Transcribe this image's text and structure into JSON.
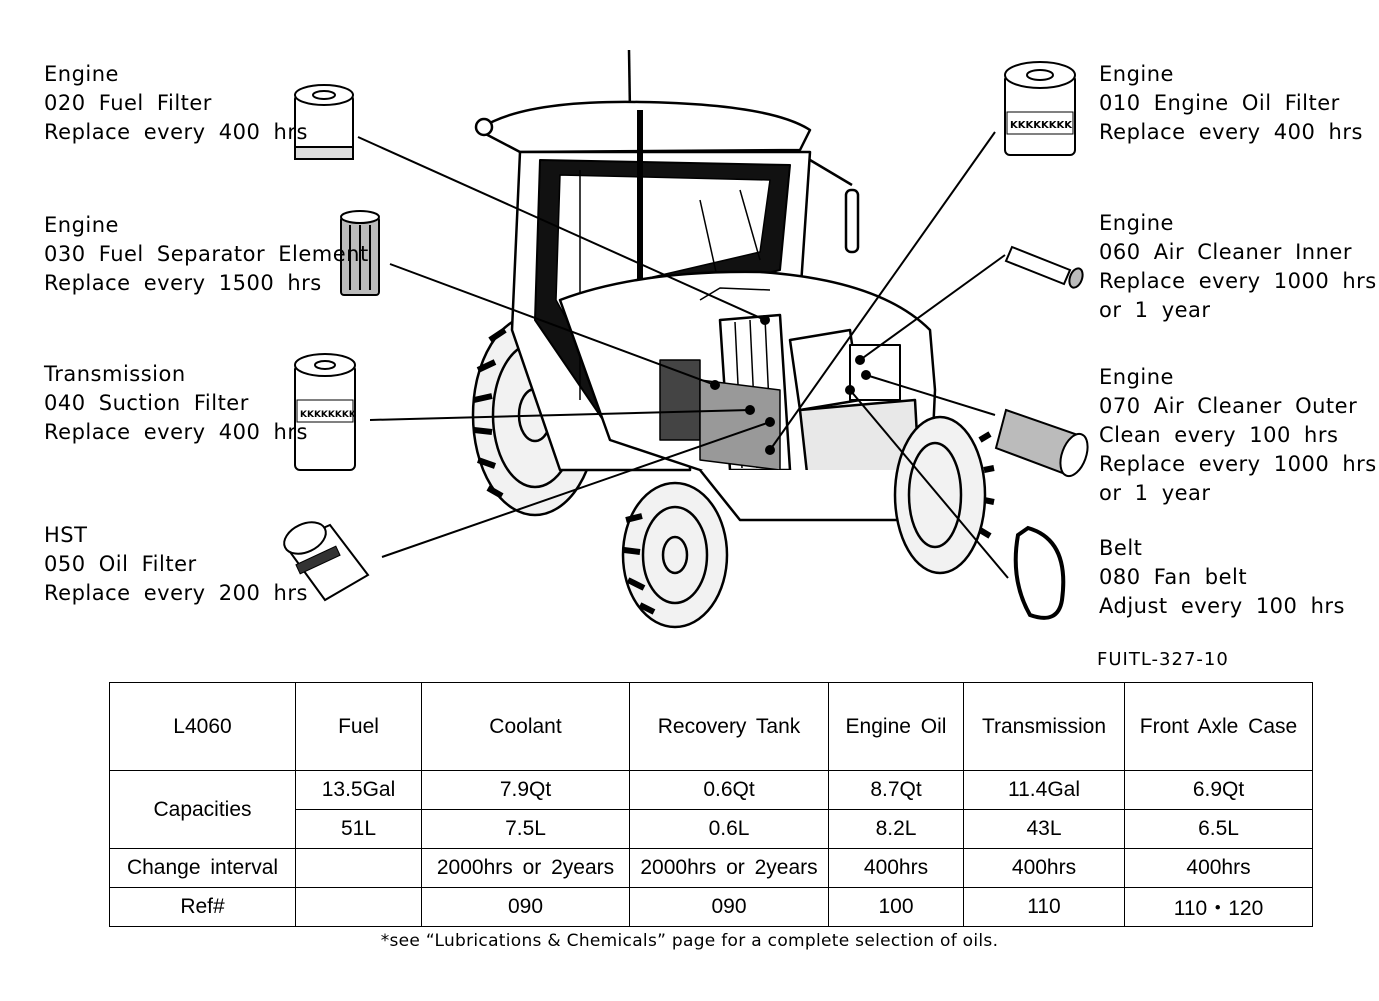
{
  "callouts": {
    "fuel_filter": {
      "system": "Engine",
      "part": "020 Fuel Filter",
      "service": "Replace every 400 hrs"
    },
    "fuel_separator": {
      "system": "Engine",
      "part": "030 Fuel Separator Element",
      "service": "Replace every 1500 hrs"
    },
    "suction_filter": {
      "system": "Transmission",
      "part": "040 Suction Filter",
      "service": "Replace every 400 hrs"
    },
    "hst_oil_filter": {
      "system": "HST",
      "part": "050 Oil Filter",
      "service": "Replace every 200 hrs"
    },
    "engine_oil_filter": {
      "system": "Engine",
      "part": "010 Engine Oil Filter",
      "service": "Replace every 400 hrs"
    },
    "air_cleaner_inner": {
      "system": "Engine",
      "part": "060 Air Cleaner Inner",
      "service": "Replace every 1000 hrs",
      "service2": "or 1 year"
    },
    "air_cleaner_outer": {
      "system": "Engine",
      "part": "070 Air Cleaner Outer",
      "service": "Clean every 100 hrs",
      "service2": "Replace every 1000 hrs",
      "service3": "or 1 year"
    },
    "fan_belt": {
      "system": "Belt",
      "part": "080 Fan belt",
      "service": "Adjust every 100 hrs"
    }
  },
  "filter_brand": "KKKKKKKK",
  "figure_code": "FUITL-327-10",
  "table": {
    "model": "L4060",
    "headers": [
      "Fuel",
      "Coolant",
      "Recovery Tank",
      "Engine Oil",
      "Transmission",
      "Front Axle Case"
    ],
    "capacities_label": "Capacities",
    "capacities_us": [
      "13.5Gal",
      "7.9Qt",
      "0.6Qt",
      "8.7Qt",
      "11.4Gal",
      "6.9Qt"
    ],
    "capacities_metric": [
      "51L",
      "7.5L",
      "0.6L",
      "8.2L",
      "43L",
      "6.5L"
    ],
    "change_interval_label": "Change interval",
    "change_interval": [
      "",
      "2000hrs or 2years",
      "2000hrs or 2years",
      "400hrs",
      "400hrs",
      "400hrs"
    ],
    "ref_label": "Ref#",
    "ref": [
      "",
      "090",
      "090",
      "100",
      "110",
      "110・120"
    ]
  },
  "footnote": "*see “Lubrications & Chemicals” page for a complete selection of oils."
}
